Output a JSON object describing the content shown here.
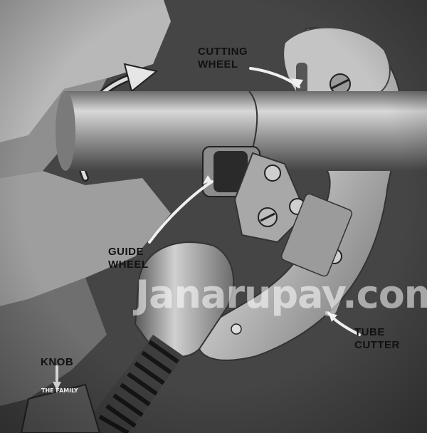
{
  "labels": {
    "cutting_wheel_line1": "CUTTING",
    "cutting_wheel_line2": "WHEEL",
    "guide_wheel_line1": "GUIDE",
    "guide_wheel_line2": "WHEEL",
    "tube_cutter_line1": "TUBE",
    "tube_cutter_line2": "CUTTER",
    "knob": "KNOB"
  },
  "watermark": "Janarupay.com",
  "imprint": {
    "line1": "THE FAMILY"
  },
  "colors": {
    "paper": "#cfcfcf",
    "background": "#2e2e2e",
    "metal": "#9c9c9c",
    "label_text": "#111111"
  }
}
